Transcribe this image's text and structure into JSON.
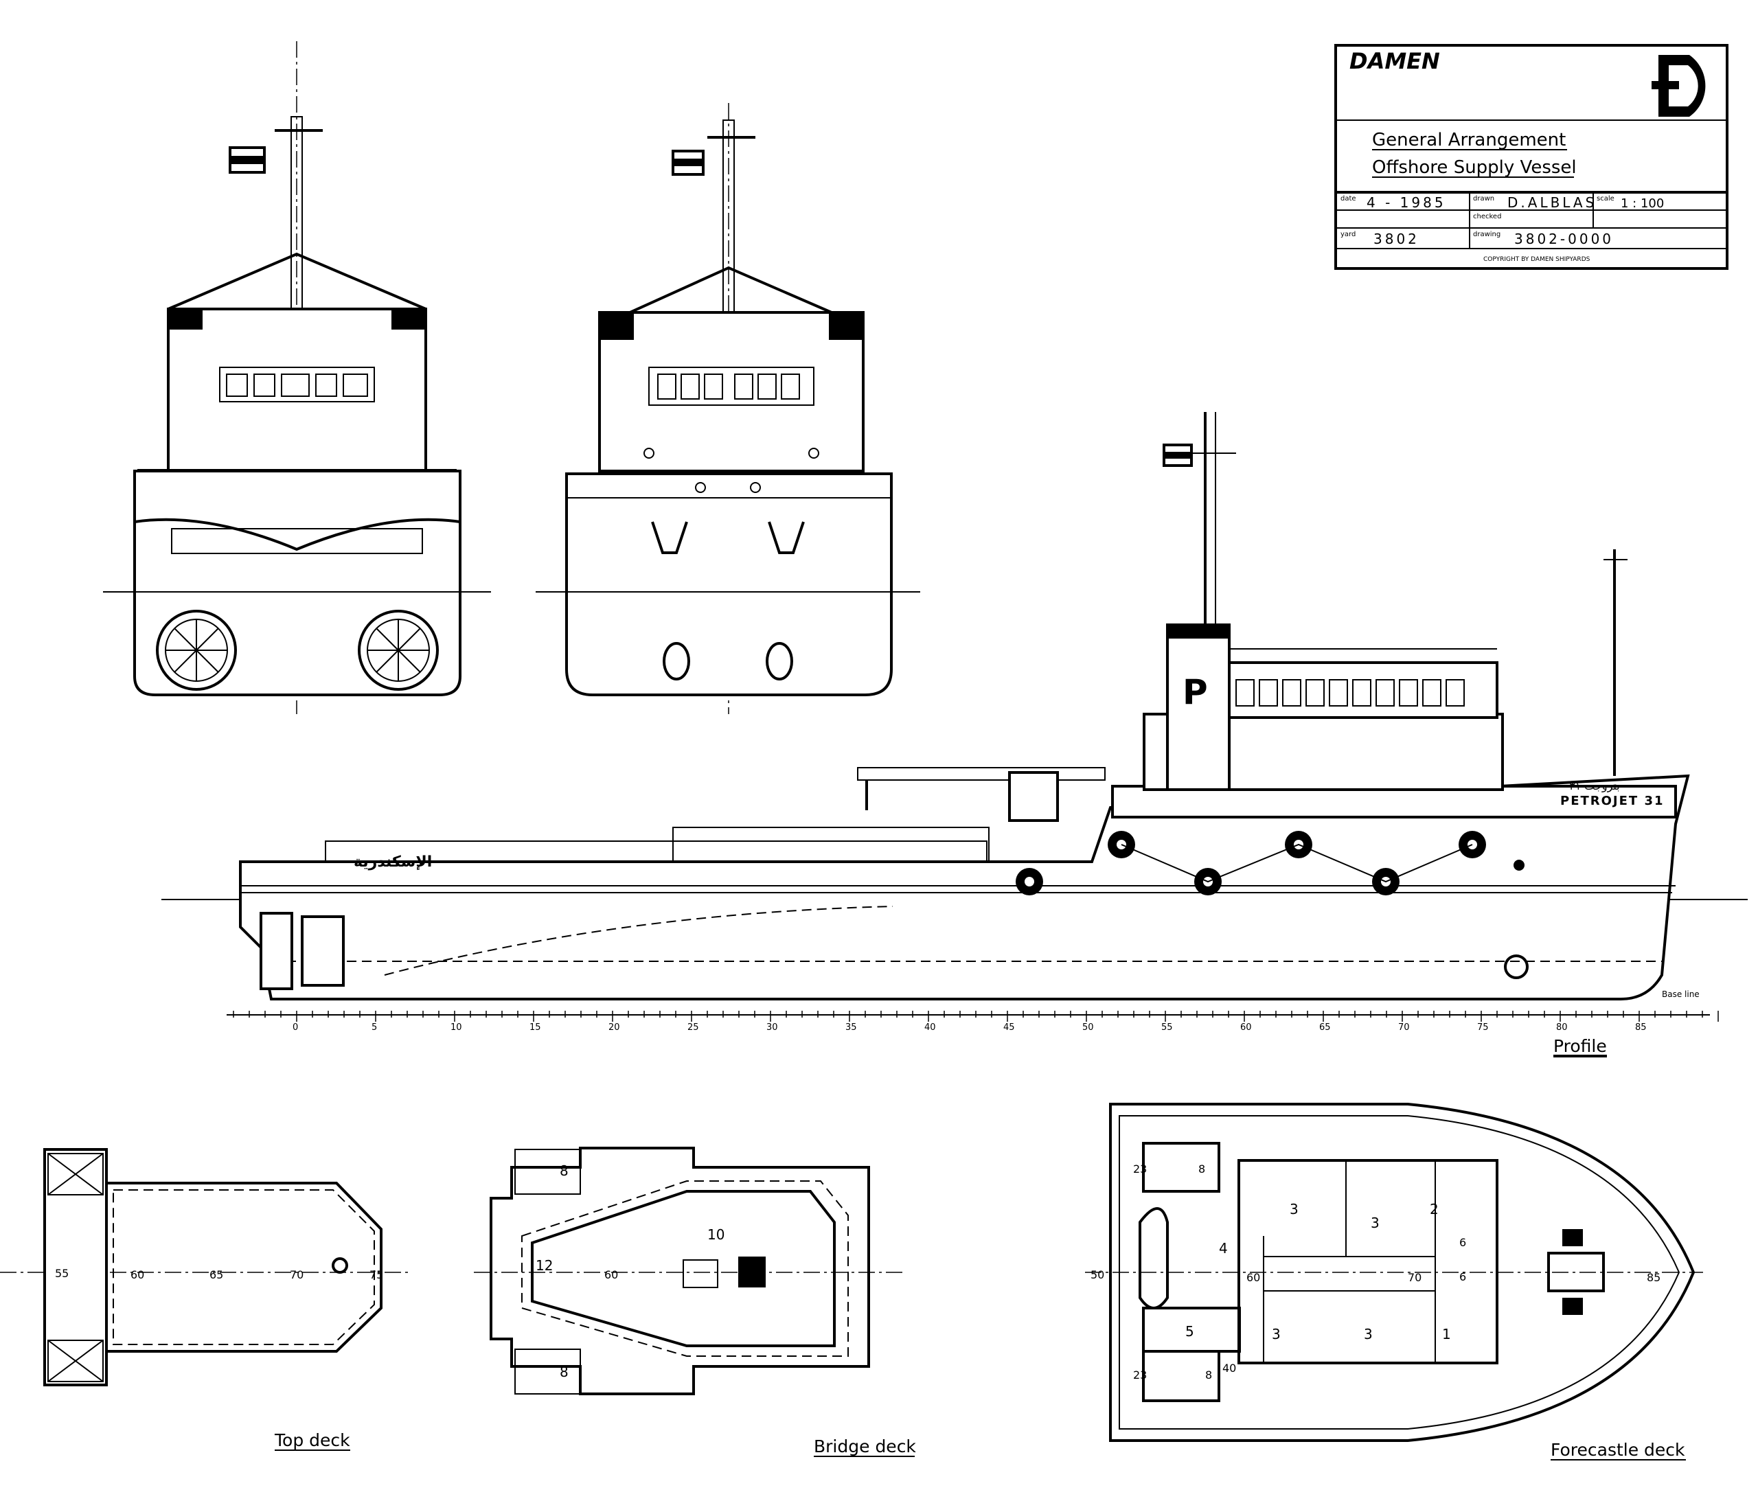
{
  "title_block": {
    "company": "DAMEN",
    "title_line1": "General Arrangement",
    "title_line2": "Offshore Supply Vessel",
    "date_label": "date",
    "date_value": "4 - 1985",
    "drawn_label": "drawn",
    "drawn_value": "D.ALBLAS",
    "scale_label": "scale",
    "scale_value": "1 : 100",
    "yard_label": "yard",
    "yard_value": "3802",
    "drawing_label": "drawing",
    "drawing_value": "3802-0000",
    "checked_label": "checked",
    "copyright": "COPYRIGHT BY DAMEN SHIPYARDS"
  },
  "profile": {
    "label": "Profile",
    "ship_name": "PETROJET 31",
    "ship_name_arabic": "بتروجت ٣١",
    "stern_name_arabic": "الإسكندرية",
    "baseline_label": "Base line",
    "frames": [
      0,
      5,
      10,
      15,
      20,
      25,
      30,
      35,
      40,
      45,
      50,
      55,
      60,
      65,
      70,
      75,
      80,
      85
    ]
  },
  "plans": {
    "top_deck": {
      "label": "Top deck",
      "frames": [
        "55",
        "60",
        "65",
        "70",
        "75"
      ]
    },
    "bridge_deck": {
      "label": "Bridge deck",
      "frames": [
        "60"
      ],
      "rooms": [
        "10",
        "12",
        "8",
        "8"
      ]
    },
    "forecastle_deck": {
      "label": "Forecastle deck",
      "frames": [
        "50",
        "60",
        "70",
        "85"
      ],
      "rooms": [
        "4",
        "3",
        "3",
        "2",
        "3",
        "3",
        "1",
        "5",
        "23",
        "8",
        "23",
        "8",
        "40",
        "6",
        "6"
      ]
    }
  }
}
